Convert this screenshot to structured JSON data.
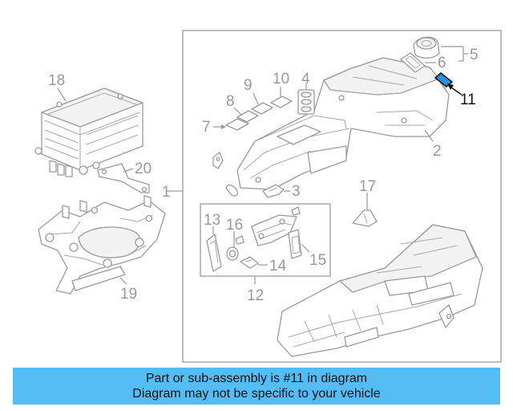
{
  "callouts": {
    "c1": "1",
    "c2": "2",
    "c3": "3",
    "c4": "4",
    "c5": "5",
    "c6": "6",
    "c7": "7",
    "c8": "8",
    "c9": "9",
    "c10": "10",
    "c11": "11",
    "c12": "12",
    "c13": "13",
    "c14": "14",
    "c15": "15",
    "c16": "16",
    "c17": "17",
    "c18": "18",
    "c19": "19",
    "c20": "20"
  },
  "highlight_part": "11",
  "colors": {
    "highlight": "#2a8fe0",
    "banner": "#55bdf5",
    "line": "#9a9a9a"
  },
  "banner": {
    "line1": "Part or sub-assembly is #11 in diagram",
    "line2": "Diagram may not be specific to your vehicle"
  }
}
